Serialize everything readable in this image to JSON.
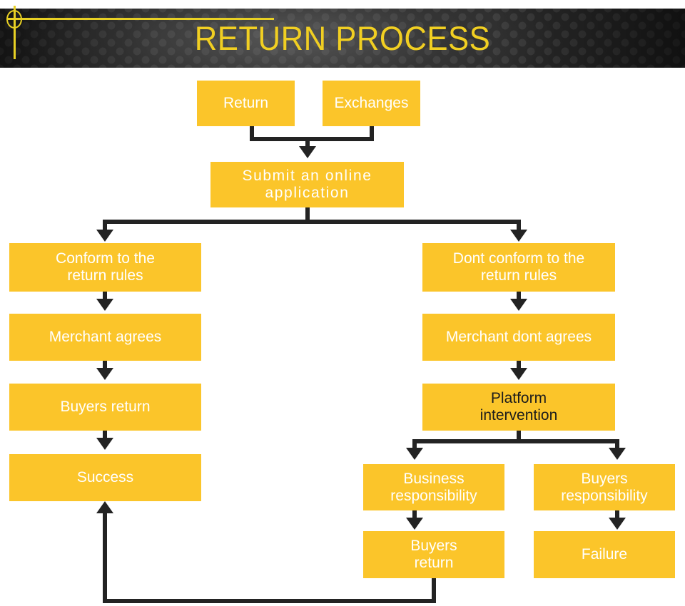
{
  "header": {
    "title": "RETURN PROCESS",
    "accent_color": "#f1cf22",
    "background_color": "#2b2b2b",
    "decoration": {
      "circle": "circle-outline",
      "horizontal_rule": "yellow-line",
      "vertical_rule": "yellow-line"
    }
  },
  "theme": {
    "node_fill": "#fbc52a",
    "node_text": "#ffffff",
    "node_text_alt": "#1c1c1c",
    "connector": "#232323",
    "canvas": "#ffffff"
  },
  "chart_data": {
    "type": "diagram",
    "title": "RETURN PROCESS",
    "nodes": [
      {
        "id": "return",
        "label": "Return",
        "text_color": "white"
      },
      {
        "id": "exchanges",
        "label": "Exchanges",
        "text_color": "white"
      },
      {
        "id": "submit",
        "label": "Submit an online\napplication",
        "text_color": "white"
      },
      {
        "id": "conform",
        "label": "Conform to the\nreturn rules",
        "text_color": "white"
      },
      {
        "id": "dont-conform",
        "label": "Dont conform to the\nreturn rules",
        "text_color": "white"
      },
      {
        "id": "merchant-agrees",
        "label": "Merchant agrees",
        "text_color": "white"
      },
      {
        "id": "merchant-dont-agrees",
        "label": "Merchant dont agrees",
        "text_color": "white"
      },
      {
        "id": "buyers-return-left",
        "label": "Buyers return",
        "text_color": "white"
      },
      {
        "id": "platform",
        "label": "Platform\nintervention",
        "text_color": "dark"
      },
      {
        "id": "success",
        "label": "Success",
        "text_color": "white"
      },
      {
        "id": "business-resp",
        "label": "Business\nresponsibility",
        "text_color": "white"
      },
      {
        "id": "buyers-resp",
        "label": "Buyers\nresponsibility",
        "text_color": "white"
      },
      {
        "id": "buyers-return-right",
        "label": "Buyers\nreturn",
        "text_color": "white"
      },
      {
        "id": "failure",
        "label": "Failure",
        "text_color": "white"
      }
    ],
    "edges": [
      {
        "from": "return",
        "to": "submit"
      },
      {
        "from": "exchanges",
        "to": "submit"
      },
      {
        "from": "submit",
        "to": "conform"
      },
      {
        "from": "submit",
        "to": "dont-conform"
      },
      {
        "from": "conform",
        "to": "merchant-agrees"
      },
      {
        "from": "merchant-agrees",
        "to": "buyers-return-left"
      },
      {
        "from": "buyers-return-left",
        "to": "success"
      },
      {
        "from": "dont-conform",
        "to": "merchant-dont-agrees"
      },
      {
        "from": "merchant-dont-agrees",
        "to": "platform"
      },
      {
        "from": "platform",
        "to": "business-resp"
      },
      {
        "from": "platform",
        "to": "buyers-resp"
      },
      {
        "from": "business-resp",
        "to": "buyers-return-right"
      },
      {
        "from": "buyers-resp",
        "to": "failure"
      },
      {
        "from": "buyers-return-right",
        "to": "success"
      }
    ]
  }
}
